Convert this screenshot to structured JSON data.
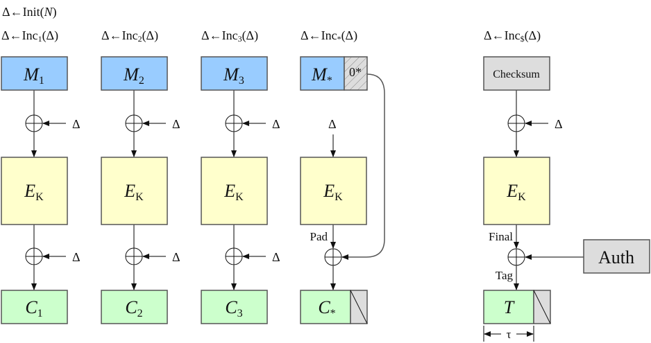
{
  "diagram": {
    "title": "OCB encryption mode",
    "init_label": {
      "prefix": "Δ←Init(",
      "arg": "N",
      "suffix": ")"
    },
    "delta_symbol": "Δ",
    "block_cipher": {
      "main": "E",
      "sub": "K"
    },
    "columns": [
      {
        "inc": {
          "prefix": "Δ←Inc",
          "sub": "1",
          "suffix": "(Δ)"
        },
        "input": {
          "main": "M",
          "sub": "1"
        },
        "output": {
          "main": "C",
          "sub": "1"
        }
      },
      {
        "inc": {
          "prefix": "Δ←Inc",
          "sub": "2",
          "suffix": "(Δ)"
        },
        "input": {
          "main": "M",
          "sub": "2"
        },
        "output": {
          "main": "C",
          "sub": "2"
        }
      },
      {
        "inc": {
          "prefix": "Δ←Inc",
          "sub": "3",
          "suffix": "(Δ)"
        },
        "input": {
          "main": "M",
          "sub": "3"
        },
        "output": {
          "main": "C",
          "sub": "3"
        }
      },
      {
        "inc": {
          "prefix": "Δ←Inc",
          "sub": "*",
          "suffix": "(Δ)"
        },
        "input": {
          "main": "M",
          "sub": "*"
        },
        "padding_label": "0*",
        "pad_label": "Pad",
        "output": {
          "main": "C",
          "sub": "*"
        }
      }
    ],
    "final": {
      "inc": {
        "prefix": "Δ←Inc",
        "sub": "$",
        "suffix": "(Δ)"
      },
      "checksum_label": "Checksum",
      "final_label": "Final",
      "auth_label": "Auth",
      "tag_label": "Tag",
      "tag_output": "T",
      "tag_length": "τ"
    },
    "colors": {
      "input_fill": "#99ccff",
      "cipher_fill": "#ffffcc",
      "output_fill": "#ccffcc",
      "gray_fill": "#dddddd",
      "stroke": "#555555"
    }
  }
}
